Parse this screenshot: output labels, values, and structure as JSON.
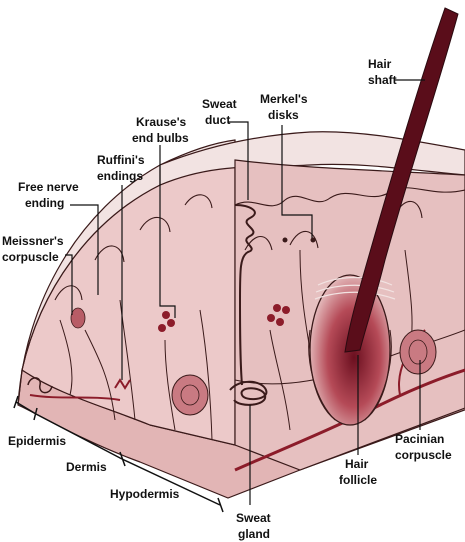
{
  "labels": {
    "hair_shaft": [
      "Hair",
      "shaft"
    ],
    "merkels_disks": [
      "Merkel's",
      "disks"
    ],
    "sweat_duct": [
      "Sweat",
      "duct"
    ],
    "krauses_end_bulbs": [
      "Krause's",
      "end bulbs"
    ],
    "ruffinis_endings": [
      "Ruffini's",
      "endings"
    ],
    "free_nerve_ending": [
      "Free nerve",
      "ending"
    ],
    "meissners_corpuscle": [
      "Meissner's",
      "corpuscle"
    ],
    "epidermis": "Epidermis",
    "dermis": "Dermis",
    "hypodermis": "Hypodermis",
    "sweat_gland": [
      "Sweat",
      "gland"
    ],
    "hair_follicle": [
      "Hair",
      "follicle"
    ],
    "pacinian_corpuscle": [
      "Pacinian",
      "corpuscle"
    ]
  },
  "colors": {
    "epidermis": "#f2e3e2",
    "dermis": "#ecc9c9",
    "hypodermis": "#e2b5b5",
    "side_face": "#e6c0c0",
    "hair": "#5a0d1a",
    "vessel": "#8c1c2a",
    "outline": "#3a1a1a"
  }
}
